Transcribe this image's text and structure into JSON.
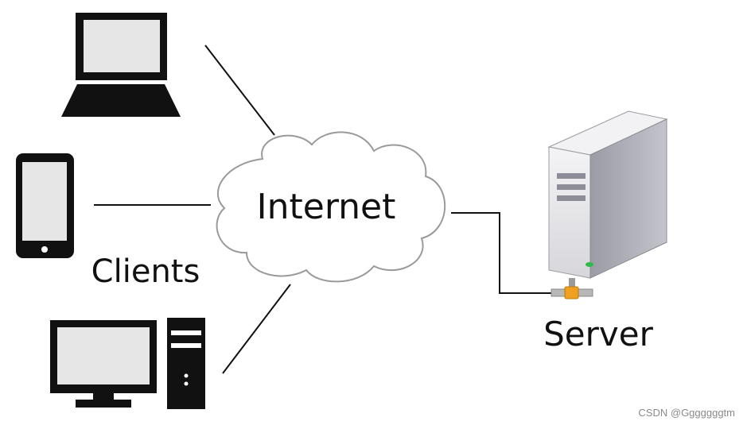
{
  "labels": {
    "internet": "Internet",
    "clients": "Clients",
    "server": "Server"
  },
  "watermark": "CSDN @Gggggggtm",
  "icons": {
    "laptop": "laptop-icon",
    "phone": "smartphone-icon",
    "desktop": "desktop-computer-icon",
    "server": "server-tower-icon",
    "network": "cloud-icon",
    "connector": "network-connector-icon"
  },
  "colors": {
    "device": "#111111",
    "screen": "#e6e6e6",
    "cloud_fill": "#ffffff",
    "cloud_stroke": "#9a9a9a",
    "server_body": "#e7e7eb",
    "server_side": "#a9a9b3",
    "connector": "#f0a020"
  }
}
